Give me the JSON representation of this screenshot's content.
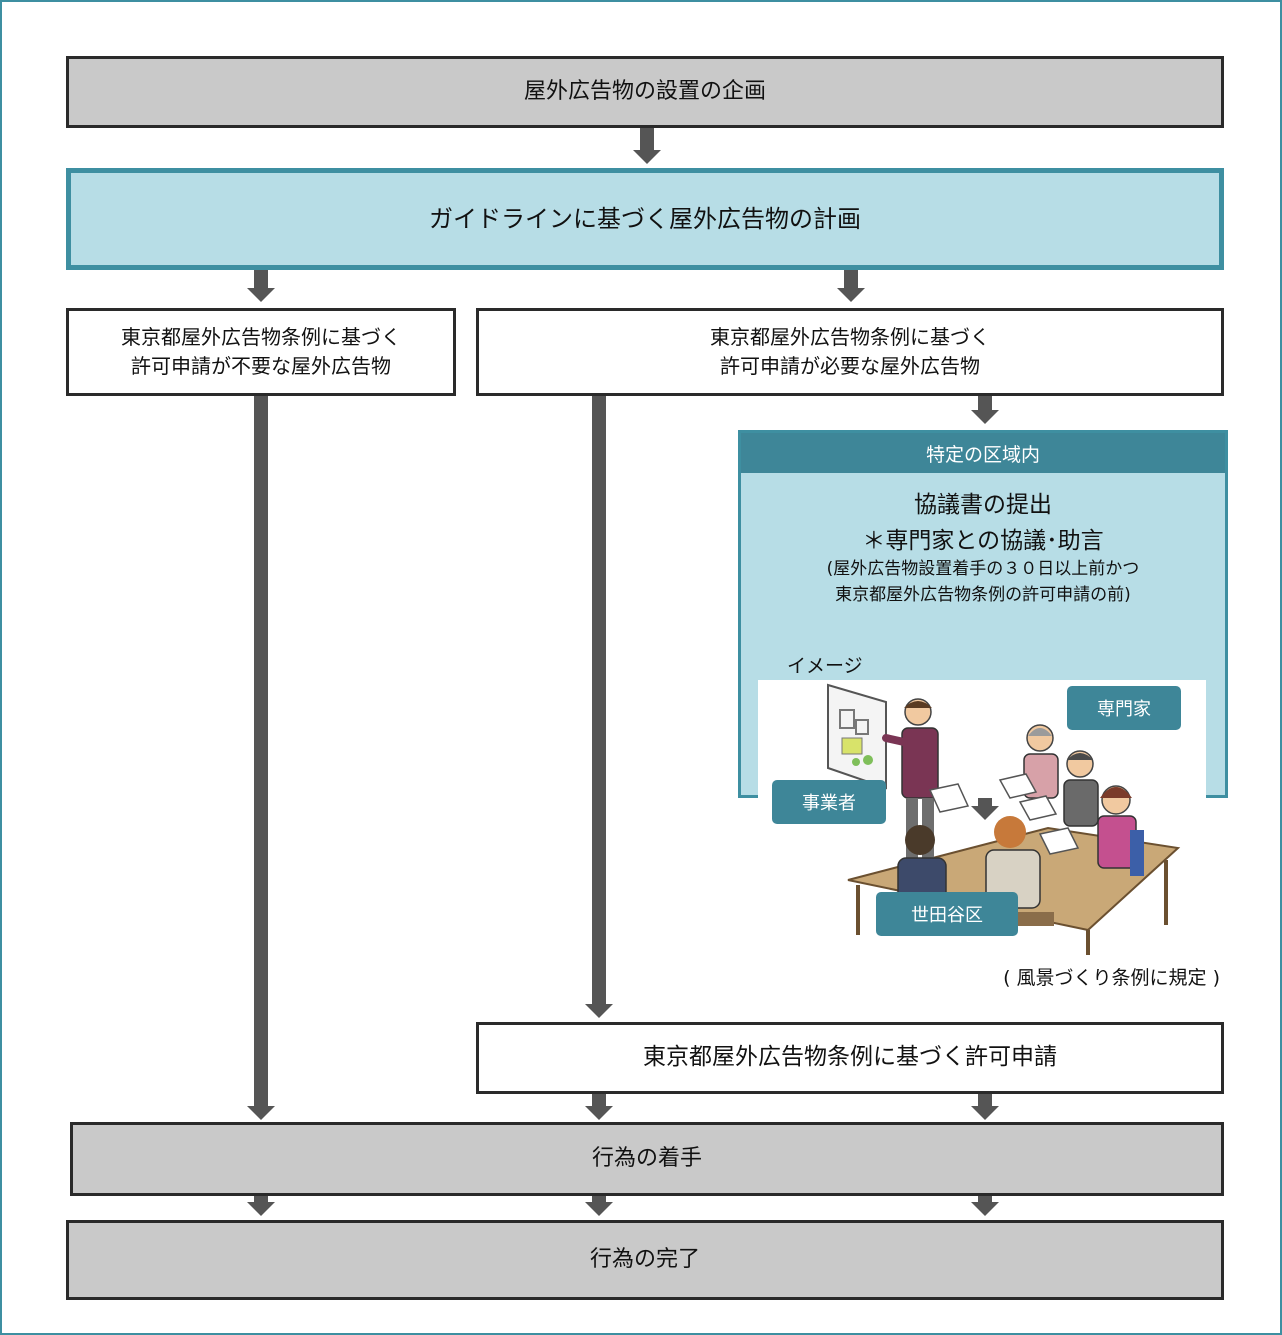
{
  "flow": {
    "planning": "屋外広告物の設置の企画",
    "guideline_plan": "ガイドラインに基づく屋外広告物の計画",
    "permit_not_required": "東京都屋外広告物条例に基づく\n許可申請が不要な屋外広告物",
    "permit_required": "東京都屋外広告物条例に基づく\n許可申請が必要な屋外広告物",
    "permit_application": "東京都屋外広告物条例に基づく許可申請",
    "start": "行為の着手",
    "completion": "行為の完了"
  },
  "consultation": {
    "header": "特定の区域内",
    "title": "協議書の提出",
    "subtitle": "＊専門家との協議･助言",
    "note": "(屋外広告物設置着手の３０日以上前かつ\n東京都屋外広告物条例の許可申請の前)",
    "image_label": "イメージ",
    "tag_expert": "専門家",
    "tag_operator": "事業者",
    "tag_ward": "世田谷区",
    "provision": "( 風景づくり条例に規定 )"
  },
  "colors": {
    "gray_box": "#c9c9c9",
    "blue_box": "#b7dde6",
    "teal_header": "#3e8698",
    "arrow": "#555555"
  }
}
